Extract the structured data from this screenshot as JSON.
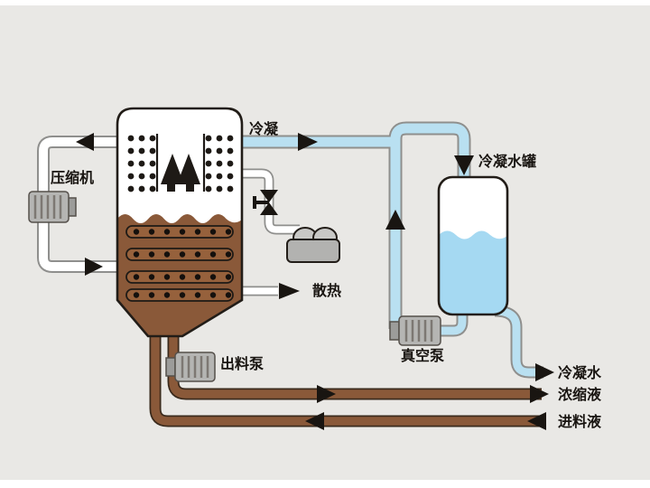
{
  "diagram": {
    "type": "evaporation-process-flow",
    "labels": {
      "compressor": "压缩机",
      "condense": "冷凝",
      "condensate_tank": "冷凝水罐",
      "heat_release": "散热",
      "discharge_pump": "出料泵",
      "vacuum_pump": "真空泵",
      "condensate_water": "冷凝水",
      "concentrate": "浓缩液",
      "feed": "进料液"
    },
    "colors": {
      "background": "#e9e8e5",
      "margin_white": "#ffffff",
      "vapor_pipe": "#b9e0f1",
      "tank_liquid": "#a5d9f2",
      "brown": "#8a5939",
      "brown_outline": "#3a2a1c",
      "gray_pipe_outline": "#8f8f8d",
      "dark": "#191511",
      "pump_body": "#b5b5b3"
    }
  }
}
